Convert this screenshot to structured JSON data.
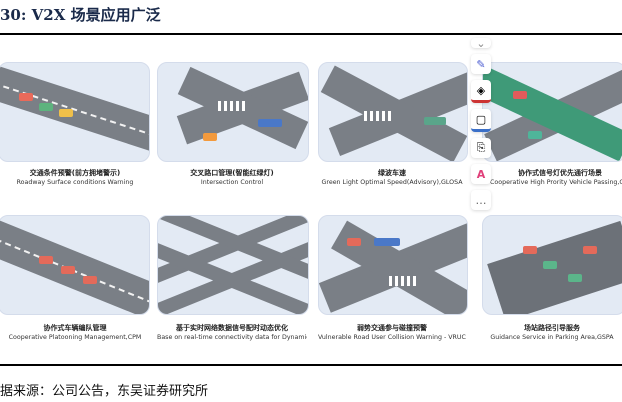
{
  "title": "30: V2X 场景应用广泛",
  "scenes": [
    {
      "zh": "交通条件预警(前方拥堵警示)",
      "en": "Roadway Surface conditions Warning"
    },
    {
      "zh": "交叉路口管理(智能红绿灯)",
      "en": "Intersection Control"
    },
    {
      "zh": "绿波车速",
      "en": "Green Light Optimal Speed(Advisory),GLOSA"
    },
    {
      "zh": "协作式信号灯优先通行场景",
      "en": "Cooperative High Prority Vehicle Passing,CHPV"
    },
    {
      "zh": "协作式车辆编队管理",
      "en": "Cooperative Platooning Management,CPM"
    },
    {
      "zh": "基于实时网络数据信号配时动态优化",
      "en": "Base on real-time connectivity data for Dynamic Signal"
    },
    {
      "zh": "弱势交通参与碰撞预警",
      "en": "Vulnerable Road User Collision Warning - VRUCW"
    },
    {
      "zh": "场站路径引导服务",
      "en": "Guidance Service in Parking Area,GSPA"
    }
  ],
  "toolbar": [
    "collapse-icon",
    "pen-icon",
    "fill-color-icon",
    "border-color-icon",
    "format-painter-icon",
    "ai-assistant-icon",
    "more-icon"
  ],
  "source": "据来源：公司公告，东吴证券研究所",
  "colors": {
    "card": "#e3eaf4",
    "road": "#7a7f86",
    "title": "#1a2a4a"
  }
}
